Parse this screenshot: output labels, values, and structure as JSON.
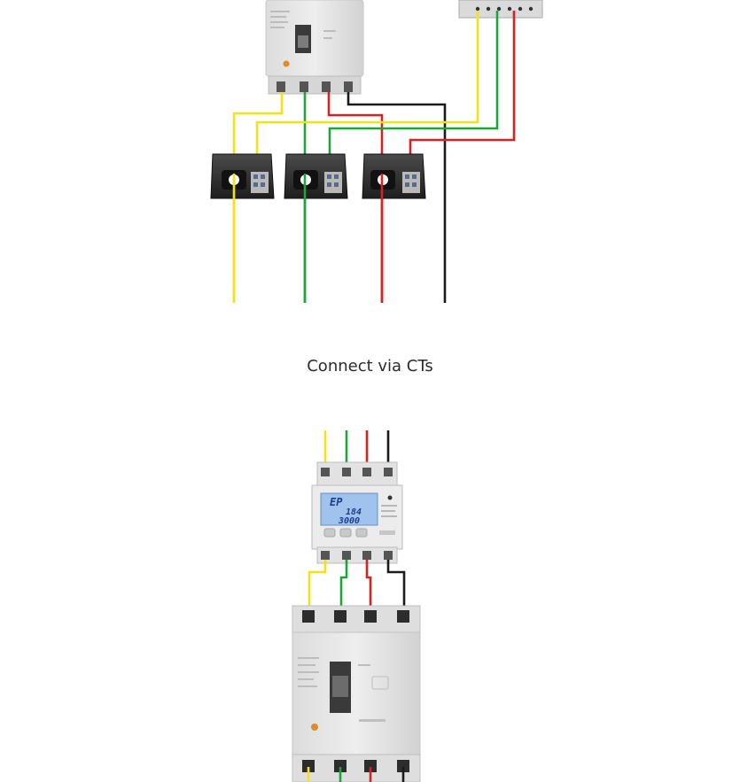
{
  "caption": "Connect via CTs",
  "colors": {
    "phase_l1": "#f2e21a",
    "phase_l2": "#1fa33a",
    "phase_l3": "#d32323",
    "neutral": "#1a1a1a",
    "device_body": "#e6e6e6",
    "lcd": "#9fc3ec"
  },
  "meter": {
    "lcd_lines": [
      "EP",
      "184",
      "3000"
    ]
  },
  "icons": [
    "circuit-breaker",
    "current-transformer",
    "energy-meter",
    "terminal-block"
  ]
}
